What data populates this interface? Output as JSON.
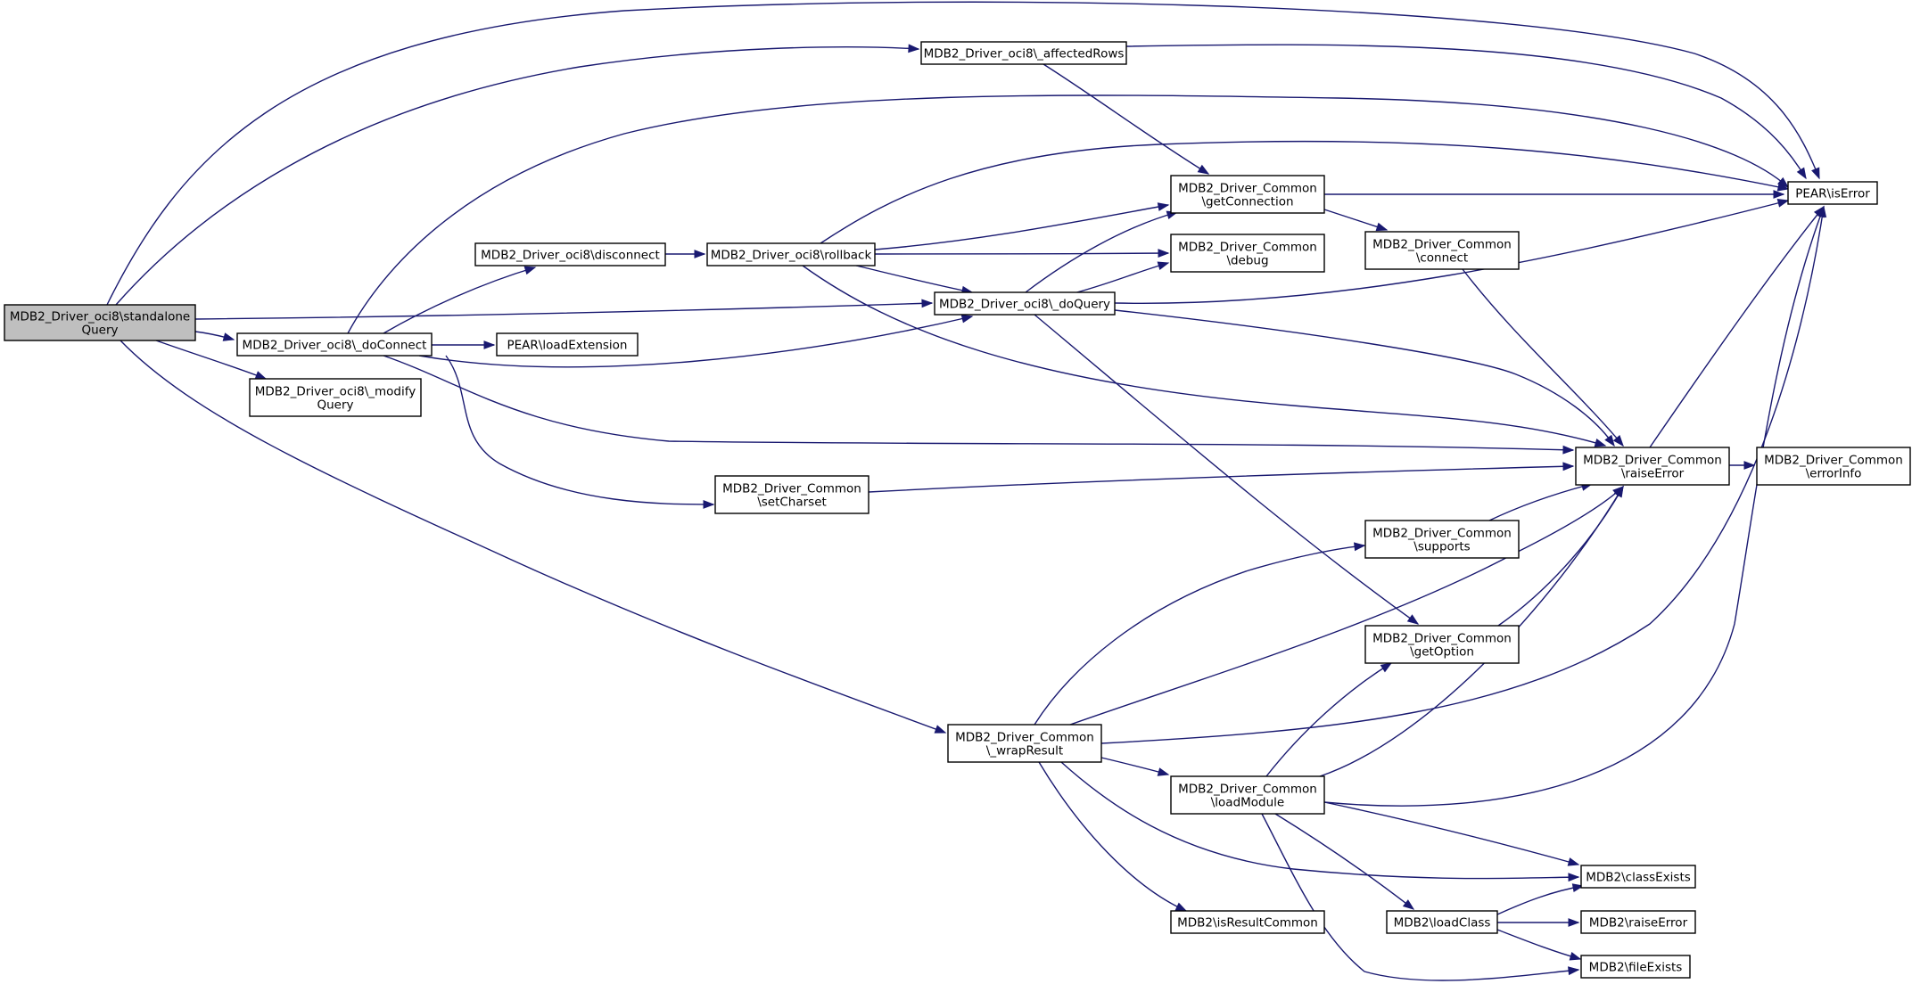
{
  "nodes": {
    "standaloneQuery": [
      "MDB2_Driver_oci8\\standalone",
      "Query"
    ],
    "doConnect": [
      "MDB2_Driver_oci8\\_doConnect"
    ],
    "modifyQuery": [
      "MDB2_Driver_oci8\\_modify",
      "Query"
    ],
    "affectedRows": [
      "MDB2_Driver_oci8\\_affectedRows"
    ],
    "disconnect": [
      "MDB2_Driver_oci8\\disconnect"
    ],
    "rollback": [
      "MDB2_Driver_oci8\\rollback"
    ],
    "doQuery": [
      "MDB2_Driver_oci8\\_doQuery"
    ],
    "loadExtension": [
      "PEAR\\loadExtension"
    ],
    "setCharset": [
      "MDB2_Driver_Common",
      "\\setCharset"
    ],
    "getConnection": [
      "MDB2_Driver_Common",
      "\\getConnection"
    ],
    "debug": [
      "MDB2_Driver_Common",
      "\\debug"
    ],
    "connect": [
      "MDB2_Driver_Common",
      "\\connect"
    ],
    "isError": [
      "PEAR\\isError"
    ],
    "raiseError": [
      "MDB2_Driver_Common",
      "\\raiseError"
    ],
    "errorInfo": [
      "MDB2_Driver_Common",
      "\\errorInfo"
    ],
    "supports": [
      "MDB2_Driver_Common",
      "\\supports"
    ],
    "getOption": [
      "MDB2_Driver_Common",
      "\\getOption"
    ],
    "wrapResult": [
      "MDB2_Driver_Common",
      "\\_wrapResult"
    ],
    "loadModule": [
      "MDB2_Driver_Common",
      "\\loadModule"
    ],
    "isResultCommon": [
      "MDB2\\isResultCommon"
    ],
    "loadClass": [
      "MDB2\\loadClass"
    ],
    "classExists": [
      "MDB2\\classExists"
    ],
    "mdb2RaiseError": [
      "MDB2\\raiseError"
    ],
    "fileExists": [
      "MDB2\\fileExists"
    ]
  },
  "edges": [
    [
      "standaloneQuery",
      "isError"
    ],
    [
      "standaloneQuery",
      "affectedRows"
    ],
    [
      "standaloneQuery",
      "doQuery"
    ],
    [
      "standaloneQuery",
      "doConnect"
    ],
    [
      "standaloneQuery",
      "modifyQuery"
    ],
    [
      "standaloneQuery",
      "wrapResult"
    ],
    [
      "affectedRows",
      "isError"
    ],
    [
      "affectedRows",
      "getConnection"
    ],
    [
      "doConnect",
      "isError"
    ],
    [
      "doConnect",
      "disconnect"
    ],
    [
      "doConnect",
      "loadExtension"
    ],
    [
      "doConnect",
      "doQuery"
    ],
    [
      "doConnect",
      "raiseError"
    ],
    [
      "doConnect",
      "setCharset"
    ],
    [
      "disconnect",
      "rollback"
    ],
    [
      "rollback",
      "isError"
    ],
    [
      "rollback",
      "getConnection"
    ],
    [
      "rollback",
      "debug"
    ],
    [
      "rollback",
      "doQuery"
    ],
    [
      "rollback",
      "raiseError"
    ],
    [
      "doQuery",
      "getConnection"
    ],
    [
      "doQuery",
      "debug"
    ],
    [
      "doQuery",
      "isError"
    ],
    [
      "doQuery",
      "raiseError"
    ],
    [
      "doQuery",
      "getOption"
    ],
    [
      "getConnection",
      "isError"
    ],
    [
      "getConnection",
      "connect"
    ],
    [
      "connect",
      "raiseError"
    ],
    [
      "setCharset",
      "raiseError"
    ],
    [
      "raiseError",
      "isError"
    ],
    [
      "raiseError",
      "errorInfo"
    ],
    [
      "supports",
      "raiseError"
    ],
    [
      "getOption",
      "raiseError"
    ],
    [
      "wrapResult",
      "supports"
    ],
    [
      "wrapResult",
      "raiseError"
    ],
    [
      "wrapResult",
      "isError"
    ],
    [
      "wrapResult",
      "loadModule"
    ],
    [
      "wrapResult",
      "classExists"
    ],
    [
      "wrapResult",
      "isResultCommon"
    ],
    [
      "loadModule",
      "getOption"
    ],
    [
      "loadModule",
      "raiseError"
    ],
    [
      "loadModule",
      "isError"
    ],
    [
      "loadModule",
      "classExists"
    ],
    [
      "loadModule",
      "loadClass"
    ],
    [
      "loadModule",
      "fileExists"
    ],
    [
      "loadClass",
      "classExists"
    ],
    [
      "loadClass",
      "mdb2RaiseError"
    ],
    [
      "loadClass",
      "fileExists"
    ]
  ]
}
